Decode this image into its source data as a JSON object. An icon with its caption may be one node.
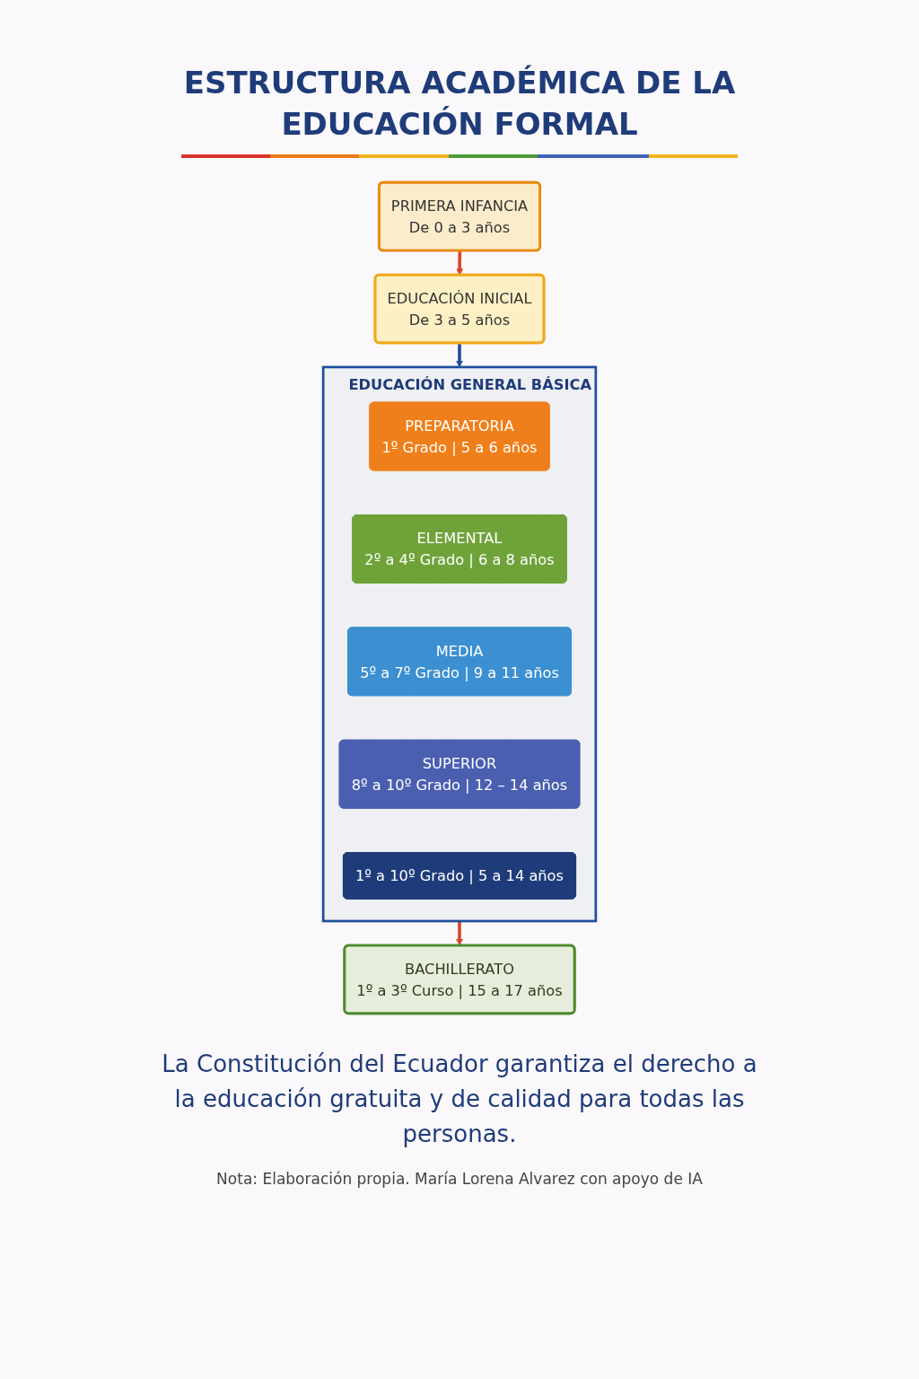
{
  "diagram": {
    "title": "ESTRUCTURA ACADÉMICA DE LA EDUCACIÓN FORMAL",
    "caption": "La Constitución del Ecuador garantiza el derecho a la educación gratuita y de calidad para todas las personas.",
    "nodes": [
      {
        "text": [
          "PRIMERA INFANCIA",
          "De 0 a 3 años"
        ]
      },
      {
        "text": [
          "EDUCACIÓN INICIAL",
          "De 3 a 5 años"
        ]
      },
      {
        "text": [
          "EDUCACIÓN GENERAL BÁSICA"
        ]
      },
      {
        "text": [
          "PREPARATORIA",
          "1º Grado | 5 a 6 años"
        ],
        "in": 2
      },
      {
        "text": [
          "ELEMENTAL",
          "2º a 4º Grado | 6 a 8 años"
        ],
        "in": 2
      },
      {
        "text": [
          "MEDIA",
          "5º a 7º Grado | 9 a 11 años"
        ],
        "in": 2
      },
      {
        "text": [
          "SUPERIOR",
          "8º a 10º Grado | 12 – 14 años"
        ],
        "in": 2
      },
      {
        "text": [
          "1º a 10º Grado | 5 a 14 años"
        ],
        "in": 2
      },
      {
        "text": [
          "BACHILLERATO",
          "1º a 3º Curso | 15 a 17 años"
        ]
      }
    ],
    "edges": [
      {
        "from": 0,
        "to": 1,
        "arrow": "to"
      },
      {
        "from": 1,
        "to": 2,
        "arrow": "to",
        "color": "#1f4e9c"
      },
      {
        "from": 2,
        "to": 8,
        "arrow": "to"
      }
    ],
    "labels": [
      "Nota: Elaboración propia. María Lorena Alvarez con apoyo de IA"
    ]
  }
}
